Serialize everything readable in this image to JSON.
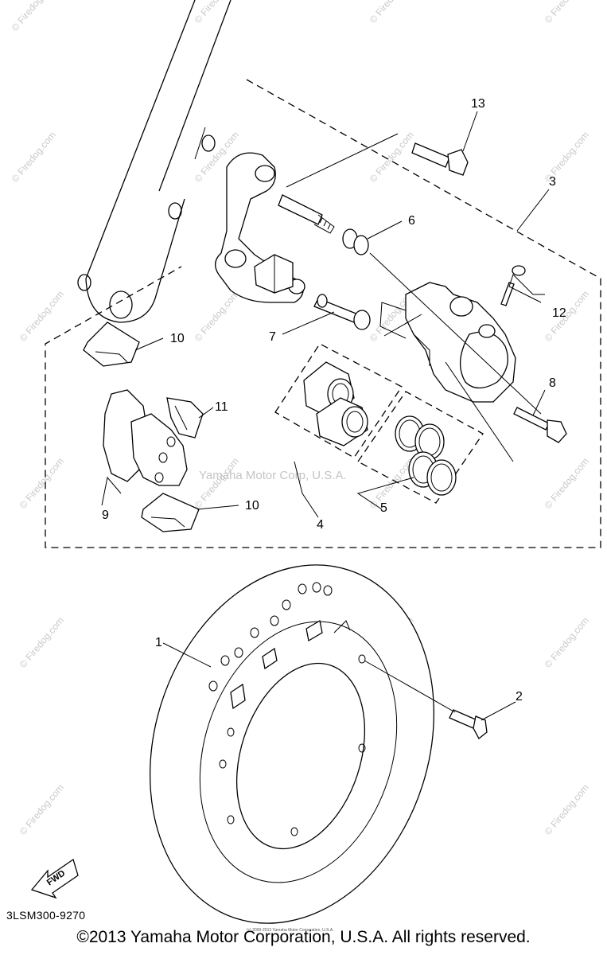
{
  "diagram": {
    "callouts": [
      {
        "id": "1",
        "label": "1"
      },
      {
        "id": "2",
        "label": "2"
      },
      {
        "id": "3",
        "label": "3"
      },
      {
        "id": "4",
        "label": "4"
      },
      {
        "id": "5",
        "label": "5"
      },
      {
        "id": "6",
        "label": "6"
      },
      {
        "id": "7",
        "label": "7"
      },
      {
        "id": "8",
        "label": "8"
      },
      {
        "id": "9",
        "label": "9"
      },
      {
        "id": "10a",
        "label": "10"
      },
      {
        "id": "10b",
        "label": "10"
      },
      {
        "id": "11",
        "label": "11"
      },
      {
        "id": "12",
        "label": "12"
      },
      {
        "id": "13",
        "label": "13"
      }
    ],
    "watermark_site": "© Firedog.com",
    "watermark_center": "Yamaha Motor Corp, U.S.A.",
    "fwd_label": "FWD",
    "diagram_code": "3LSM300-9270",
    "copyright": "©2013 Yamaha Motor Corporation, U.S.A. All rights reserved.",
    "fine_print": "(c) 2000-2013 Yamaha Motor Corporation, U.S.A."
  }
}
